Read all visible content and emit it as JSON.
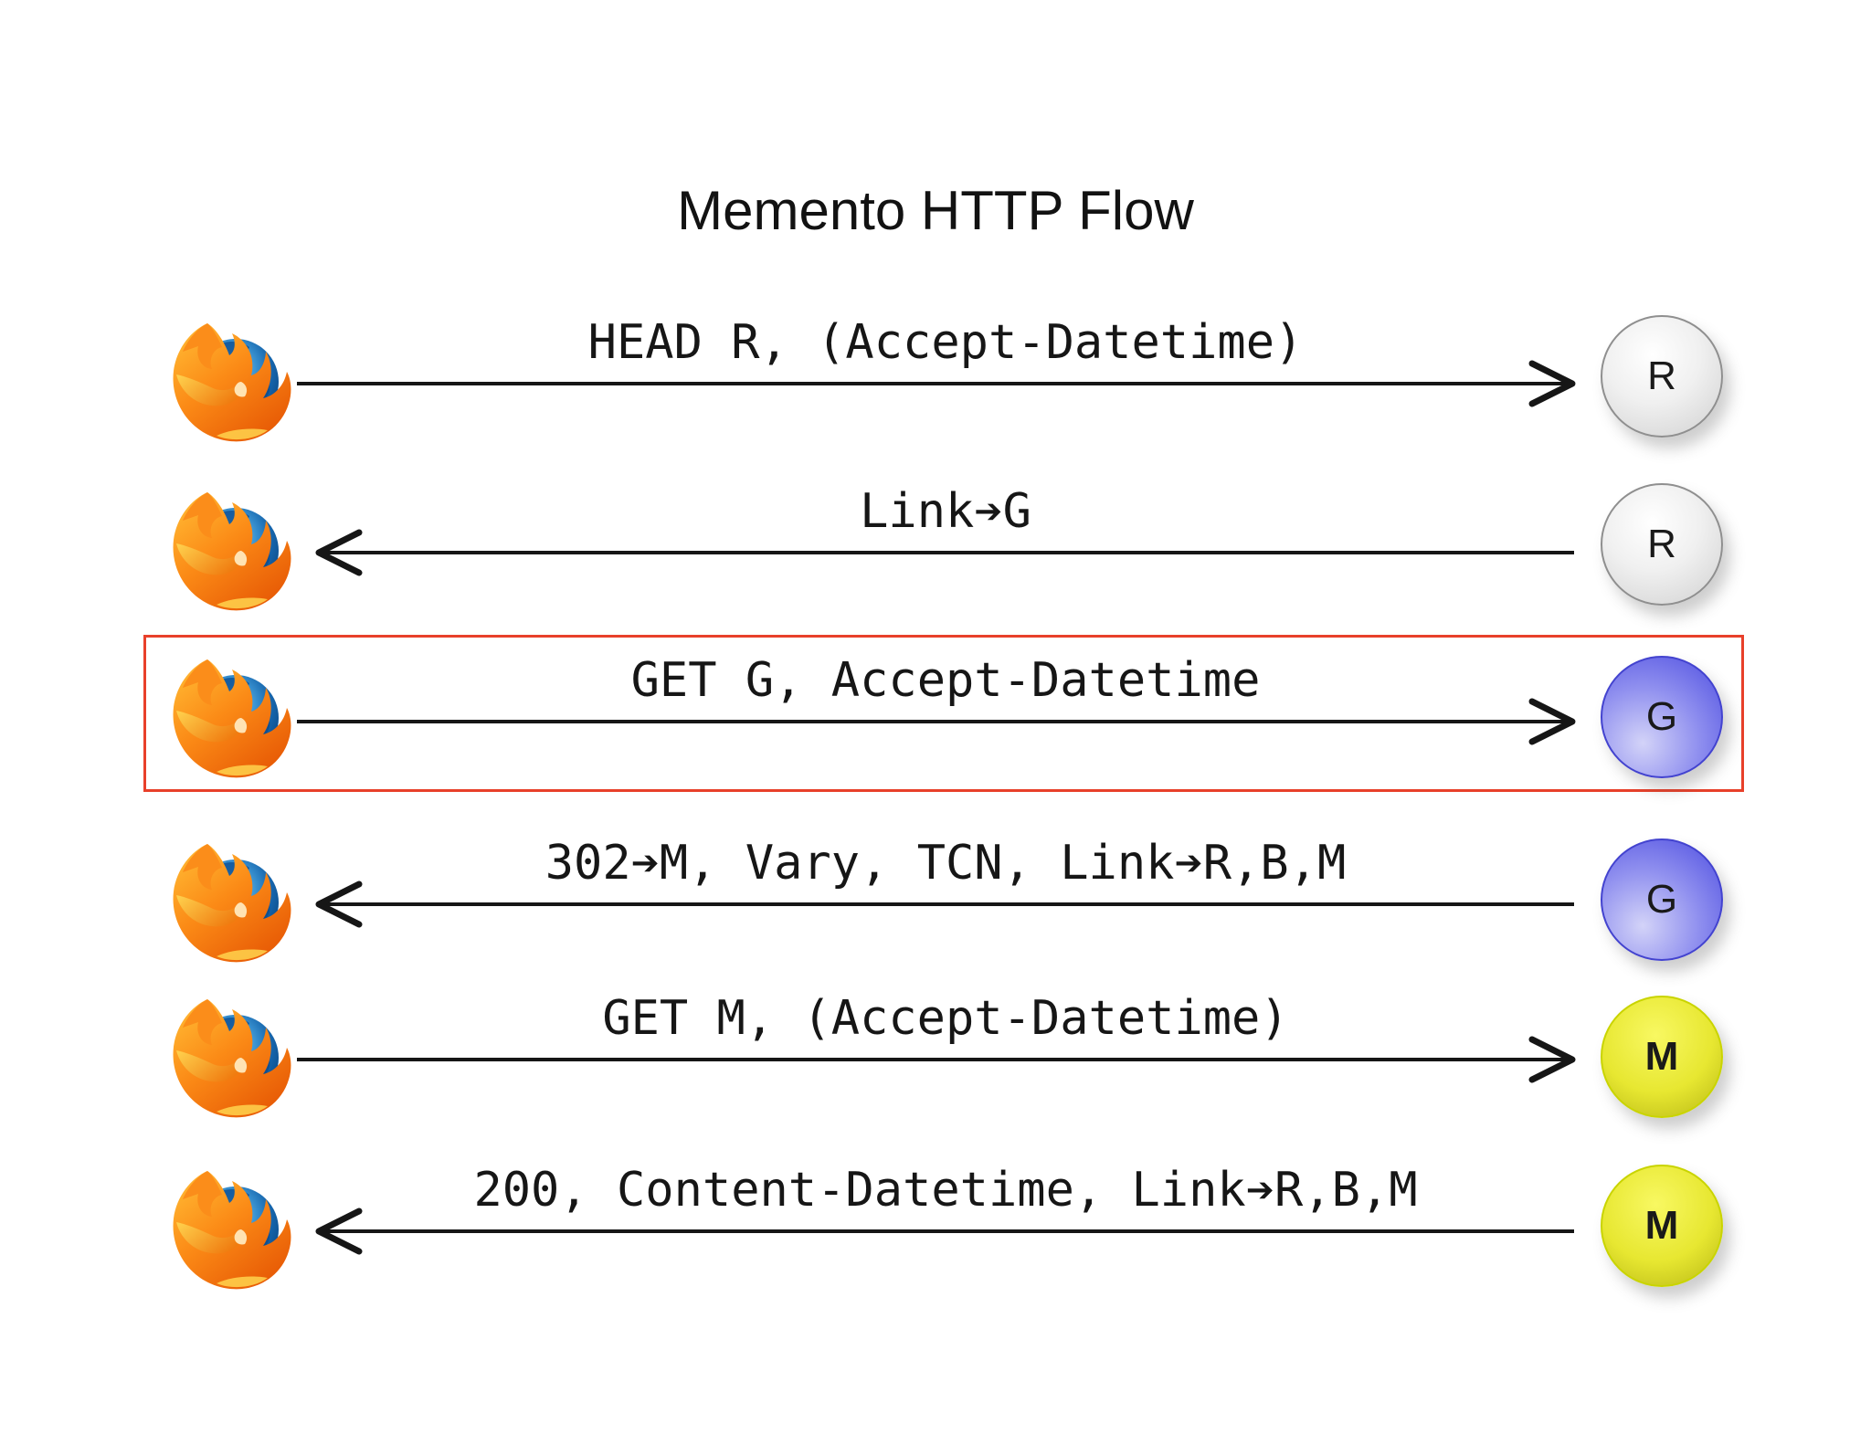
{
  "title": "Memento HTTP Flow",
  "colors": {
    "background": "#ffffff",
    "highlight_border": "#e8402a",
    "arrow": "#161616",
    "node_r_fill": "#e0e0e0",
    "node_g_fill": "#6a6ae6",
    "node_m_fill": "#e2e22a"
  },
  "browser": {
    "icon": "firefox-logo"
  },
  "rows": [
    {
      "label": "HEAD R, (Accept-Datetime)",
      "direction": "request",
      "node": "R",
      "node_type": "r",
      "highlighted": false
    },
    {
      "label": "Link➔G",
      "direction": "response",
      "node": "R",
      "node_type": "r",
      "highlighted": false
    },
    {
      "label": "GET G, Accept-Datetime",
      "direction": "request",
      "node": "G",
      "node_type": "g",
      "highlighted": true
    },
    {
      "label": "302➔M, Vary, TCN, Link➔R,B,M",
      "direction": "response",
      "node": "G",
      "node_type": "g",
      "highlighted": false
    },
    {
      "label": "GET M, (Accept-Datetime)",
      "direction": "request",
      "node": "M",
      "node_type": "m",
      "highlighted": false
    },
    {
      "label": "200, Content-Datetime, Link➔R,B,M",
      "direction": "response",
      "node": "M",
      "node_type": "m",
      "highlighted": false
    }
  ]
}
